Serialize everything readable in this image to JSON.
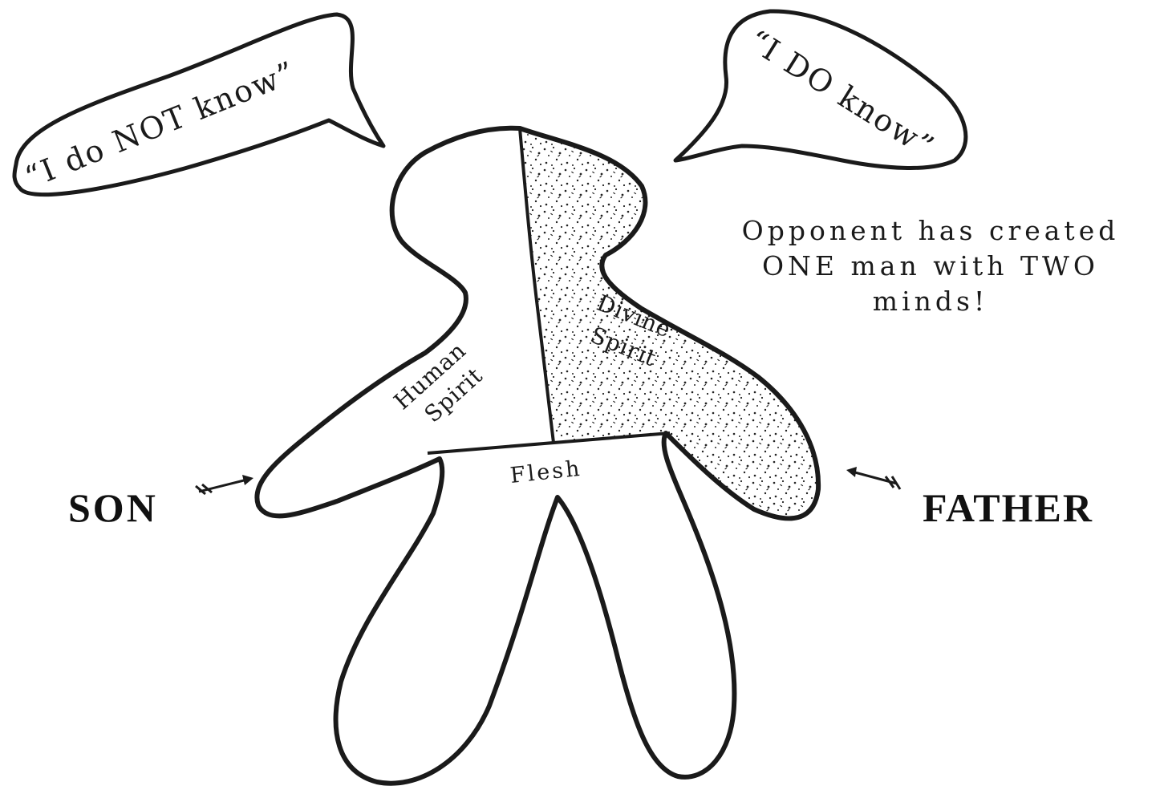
{
  "bubbles": {
    "left": "“I do NOT know”",
    "right": "“I DO know”"
  },
  "figure": {
    "human_spirit_line1": "Human",
    "human_spirit_line2": "Spirit",
    "divine_spirit_line1": "Divine",
    "divine_spirit_line2": "Spirit",
    "flesh": "Flesh"
  },
  "labels": {
    "son": "SON",
    "father": "FATHER"
  },
  "caption": {
    "line1": "Opponent has created",
    "line2": "ONE man with TWO",
    "line3": "minds!"
  }
}
